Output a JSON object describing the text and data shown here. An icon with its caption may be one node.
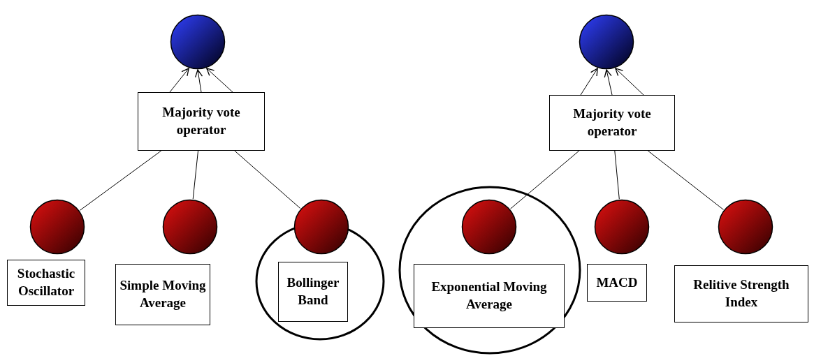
{
  "diagram": {
    "nodes": [
      {
        "text": [],
        "shape": "circle"
      },
      {
        "text": [
          "Majority vote operator"
        ]
      },
      {
        "text": [],
        "shape": "circle"
      },
      {
        "text": [
          "Majority vote operator"
        ]
      },
      {
        "text": [],
        "shape": "circle"
      },
      {
        "text": [],
        "shape": "circle"
      },
      {
        "text": [],
        "shape": "circle"
      },
      {
        "text": [],
        "shape": "circle"
      },
      {
        "text": [],
        "shape": "circle"
      },
      {
        "text": [],
        "shape": "circle",
        "in": 8
      },
      {
        "text": [],
        "shape": "circle"
      },
      {
        "text": [],
        "shape": "circle"
      },
      {
        "text": [
          "Stochastic Oscillator"
        ]
      },
      {
        "text": [
          "Simple Moving Average"
        ]
      },
      {
        "text": [
          "Bollinger Band"
        ],
        "in": 6
      },
      {
        "text": [
          "Exponential Moving Average"
        ],
        "in": 8
      },
      {
        "text": [
          "MACD"
        ]
      },
      {
        "text": [
          "Relitive Strength Index"
        ]
      }
    ],
    "edges": [
      {
        "from": 1,
        "to": 0,
        "arrow": "to"
      },
      {
        "from": 1,
        "to": 0,
        "arrow": "to"
      },
      {
        "from": 1,
        "to": 0,
        "arrow": "to"
      },
      {
        "from": 4,
        "to": 1,
        "arrow": "none"
      },
      {
        "from": 5,
        "to": 1,
        "arrow": "none"
      },
      {
        "from": 7,
        "to": 1,
        "arrow": "none"
      },
      {
        "from": 3,
        "to": 2,
        "arrow": "to"
      },
      {
        "from": 3,
        "to": 2,
        "arrow": "to"
      },
      {
        "from": 3,
        "to": 2,
        "arrow": "to"
      },
      {
        "from": 9,
        "to": 3,
        "arrow": "none"
      },
      {
        "from": 10,
        "to": 3,
        "arrow": "none"
      },
      {
        "from": 11,
        "to": 3,
        "arrow": "none"
      }
    ]
  }
}
